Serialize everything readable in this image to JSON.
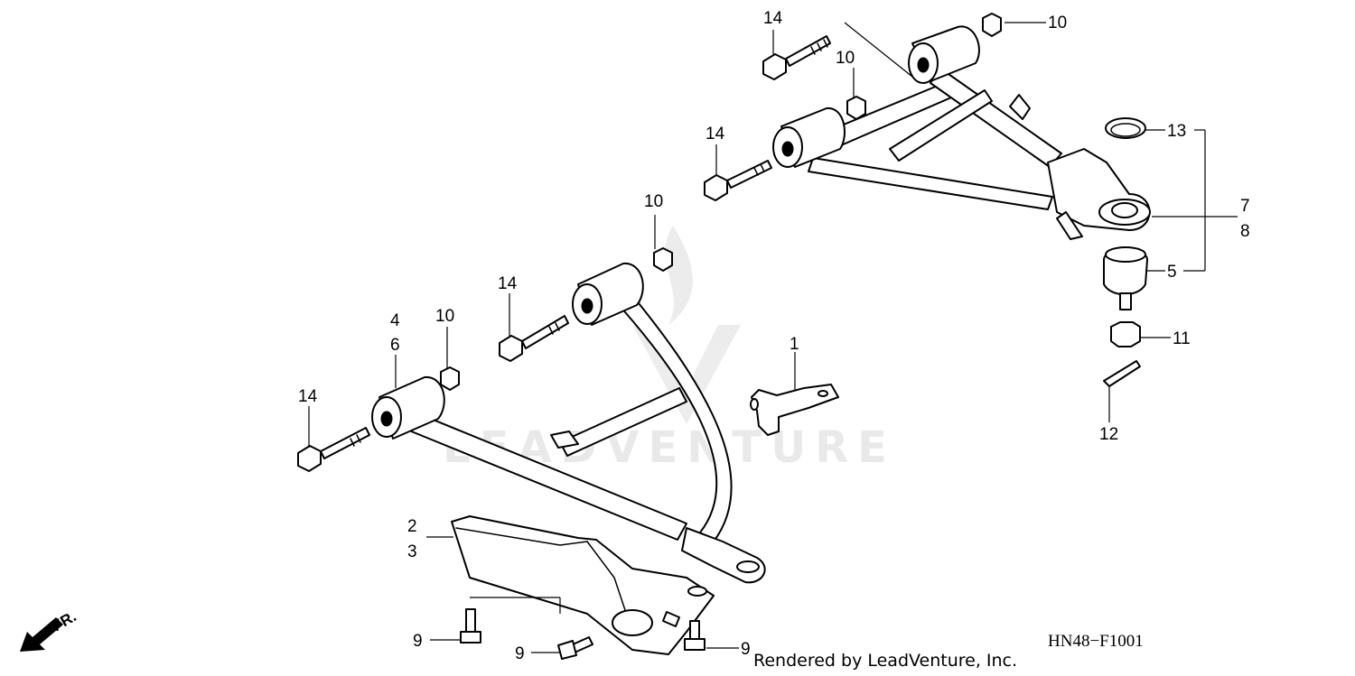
{
  "callouts": {
    "c1": "1",
    "c2": "2",
    "c3": "3",
    "c4": "4",
    "c5": "5",
    "c6": "6",
    "c7": "7",
    "c8": "8",
    "c9": "9",
    "c10": "10",
    "c11": "11",
    "c12": "12",
    "c13": "13",
    "c14": "14"
  },
  "direction_label": "FR.",
  "diagram_code": "HN48−F1001",
  "credit": "Rendered by LeadVenture, Inc.",
  "watermark": "LEADVENTURE",
  "icons": {
    "direction_arrow": "arrow-down-left-icon",
    "watermark_logo": "flame-logo"
  }
}
